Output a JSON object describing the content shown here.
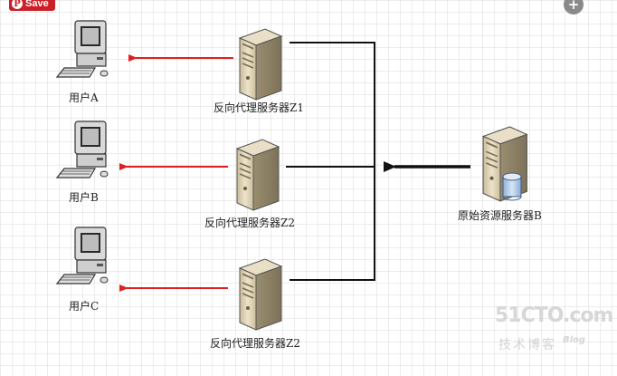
{
  "pin": {
    "label": "Save"
  },
  "nodes": {
    "user_a": "用户A",
    "user_b": "用户B",
    "user_c": "用户C",
    "proxy_1": "反向代理服务器Z1",
    "proxy_2": "反向代理服务器Z2",
    "proxy_3": "反向代理服务器Z2",
    "origin": "原始资源服务器B"
  },
  "watermark": {
    "main": "51CTO.com",
    "sub": "技术博客",
    "blog": "Blog"
  },
  "colors": {
    "request_arrow": "#e02020",
    "line": "#111111",
    "grid": "#d9d9d9"
  }
}
